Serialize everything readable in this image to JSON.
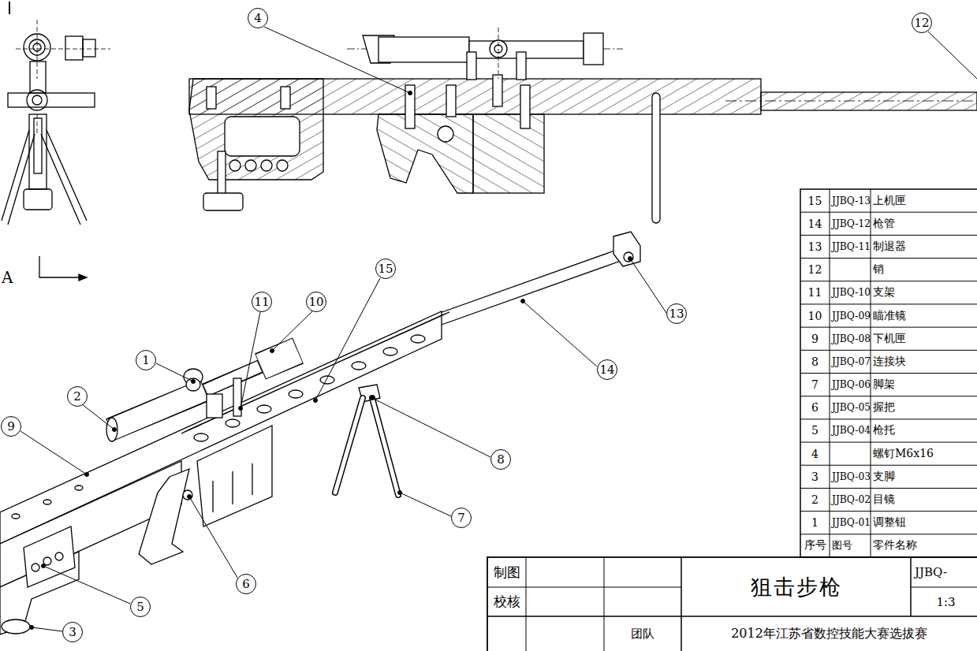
{
  "diagram": {
    "title": "狙击步枪",
    "nodes": [
      {
        "text": [
          "4"
        ]
      },
      {
        "text": [
          "12"
        ]
      },
      {
        "text": [
          "15"
        ]
      },
      {
        "text": [
          "11"
        ]
      },
      {
        "text": [
          "10"
        ]
      },
      {
        "text": [
          "1"
        ]
      },
      {
        "text": [
          "13"
        ]
      },
      {
        "text": [
          "2"
        ]
      },
      {
        "text": [
          "9"
        ]
      },
      {
        "text": [
          "14"
        ]
      },
      {
        "text": [
          "8"
        ]
      },
      {
        "text": [
          "7"
        ]
      },
      {
        "text": [
          "6"
        ]
      },
      {
        "text": [
          "5"
        ]
      },
      {
        "text": [
          "3"
        ]
      }
    ],
    "labels": [
      "A",
      "15",
      "JJBQ-13",
      "上机匣",
      "14",
      "JJBQ-12",
      "枪管",
      "13",
      "JJBQ-11",
      "制退器",
      "12",
      "销",
      "11",
      "JJBQ-10",
      "支架",
      "10",
      "JJBQ-09",
      "瞄准镜",
      "9",
      "JJBQ-08",
      "下机匣",
      "8",
      "JJBQ-07",
      "连接块",
      "7",
      "JJBQ-06",
      "脚架",
      "6",
      "JJBQ-05",
      "握把",
      "5",
      "JJBQ-04",
      "枪托",
      "4",
      "螺钉M6x16",
      "3",
      "JJBQ-03",
      "支脚",
      "2",
      "JJBQ-02",
      "目镜",
      "1",
      "JJBQ-01",
      "调整钮",
      "序号",
      "图号",
      "零件名称",
      "制图",
      "校核",
      "JJBQ-",
      "1:3",
      "团队",
      "2012年江苏省数控技能大赛选拔赛"
    ]
  }
}
